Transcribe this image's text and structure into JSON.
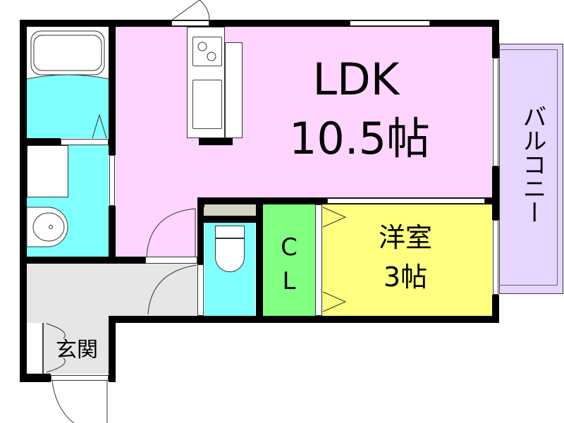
{
  "floor_plan": {
    "rooms": [
      {
        "id": "ldk",
        "name": "LDK",
        "size": "10.5帖",
        "color": "#ffd5ff"
      },
      {
        "id": "western",
        "name": "洋室",
        "size": "3帖",
        "color": "#ffff80"
      },
      {
        "id": "closet",
        "line1": "C",
        "line2": "L",
        "color": "#80ff80"
      },
      {
        "id": "entrance",
        "name": "玄関",
        "color": "#e6e6e6"
      },
      {
        "id": "balcony",
        "name": "バルコニー",
        "color": "#e6d5ff"
      },
      {
        "id": "bathroom",
        "color": "#80ffff"
      },
      {
        "id": "washroom",
        "color": "#80ffff"
      },
      {
        "id": "toilet",
        "color": "#80ffff"
      },
      {
        "id": "hallway",
        "color": "#e6e6e6"
      }
    ],
    "colors": {
      "wall": "#000000",
      "ldk": "#ffd5ff",
      "western": "#ffff80",
      "closet": "#80ff80",
      "wet": "#80ffff",
      "hall": "#e6e6e6",
      "balcony": "#e6d5ff",
      "shelf": "#d6d3c4"
    }
  }
}
